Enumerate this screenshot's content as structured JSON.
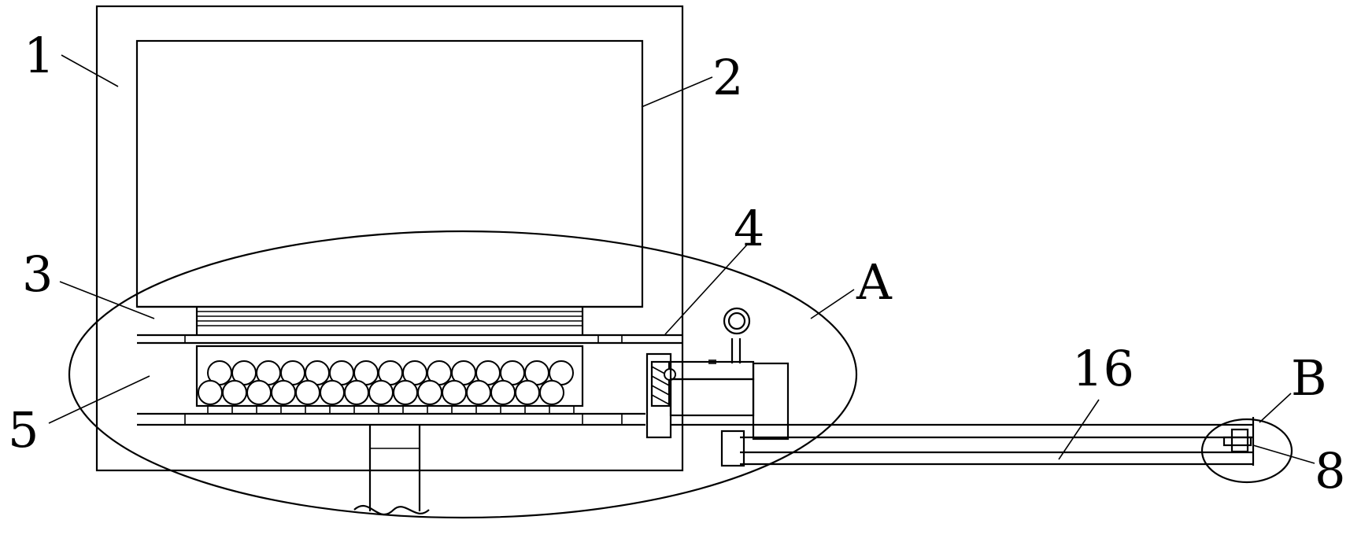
{
  "labels": {
    "l1": "1",
    "l2": "2",
    "l3": "3",
    "l4": "4",
    "l5": "5",
    "lA": "A",
    "l16": "16",
    "lB": "B",
    "l8": "8"
  },
  "colors": {
    "line": "#000000",
    "background": "#ffffff"
  },
  "roller_count": {
    "top_row": 15,
    "bottom_row": 15
  }
}
